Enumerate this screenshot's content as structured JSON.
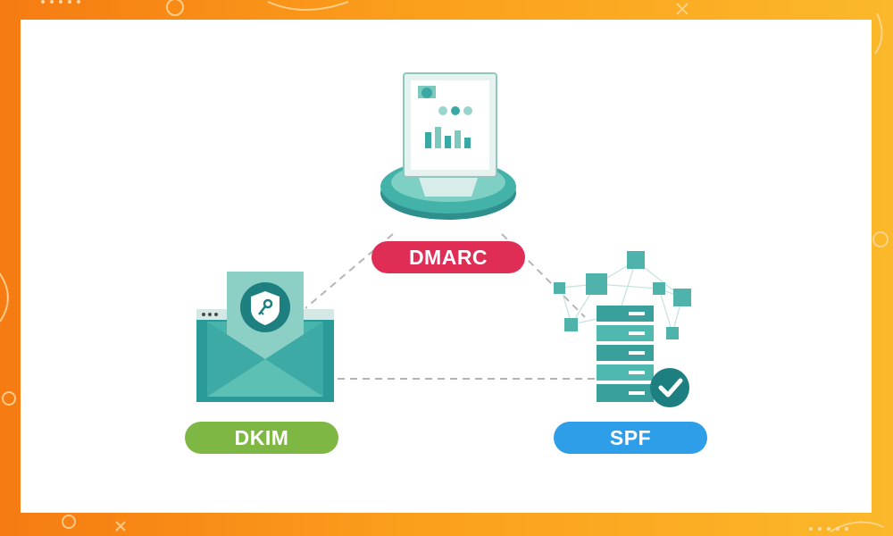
{
  "labels": {
    "dmarc": "DMARC",
    "dkim": "DKIM",
    "spf": "SPF"
  },
  "colors": {
    "frame_orange": "#f57b12",
    "dmarc_pink": "#e02d56",
    "dkim_green": "#7fb744",
    "spf_blue": "#2e9ee8",
    "teal": "#3aa9a6",
    "connector_gray": "#b5b5b5"
  },
  "icons": {
    "dmarc": "monitor-dashboard-icon",
    "dkim": "envelope-key-shield-icon",
    "spf": "server-network-check-icon"
  }
}
